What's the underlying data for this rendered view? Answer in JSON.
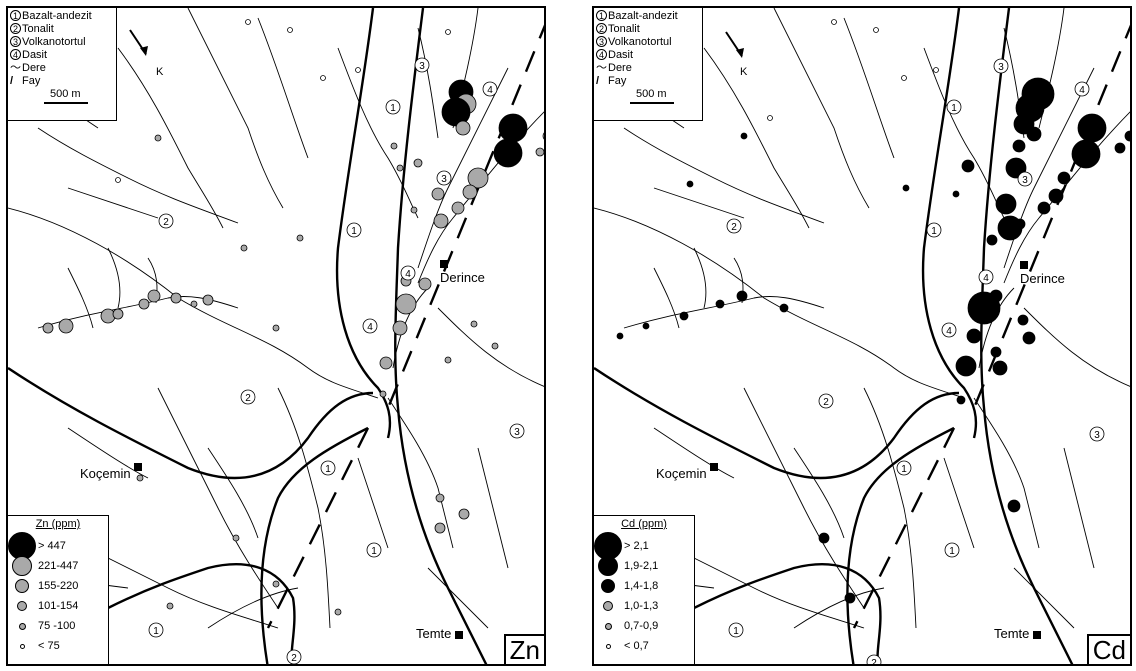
{
  "units_legend": [
    {
      "num": "1",
      "label": "Bazalt-andezit"
    },
    {
      "num": "2",
      "label": "Tonalit"
    },
    {
      "num": "3",
      "label": "Volkanotortul"
    },
    {
      "num": "4",
      "label": "Dasit"
    }
  ],
  "line_legend": [
    {
      "label": "Dere",
      "type": "stream"
    },
    {
      "label": "Fay",
      "type": "fault"
    }
  ],
  "north_label": "K",
  "scale_label": "500 m",
  "towns": {
    "derince": "Derince",
    "kocemin": "Koçemin",
    "temte": "Temte"
  },
  "unit_numbers": [
    "1",
    "2",
    "3",
    "4"
  ],
  "panels": [
    {
      "id": "zn",
      "element": "Zn",
      "legend_title": "Zn (ppm)",
      "fill": "#a9a9a9",
      "classes": [
        "> 447",
        "221-447",
        "155-220",
        "101-154",
        "75 -100",
        "< 75"
      ],
      "class_fills": [
        "#000000",
        "#a9a9a9",
        "#a9a9a9",
        "#a9a9a9",
        "#a9a9a9",
        "#ffffff"
      ]
    },
    {
      "id": "cd",
      "element": "Cd",
      "legend_title": "Cd (ppm)",
      "fill": "#000000",
      "classes": [
        "> 2,1",
        "1,9-2,1",
        "1,4-1,8",
        "1,0-1,3",
        "0,7-0,9",
        "< 0,7"
      ],
      "class_fills": [
        "#000000",
        "#000000",
        "#000000",
        "#a9a9a9",
        "#a9a9a9",
        "#ffffff"
      ]
    }
  ]
}
